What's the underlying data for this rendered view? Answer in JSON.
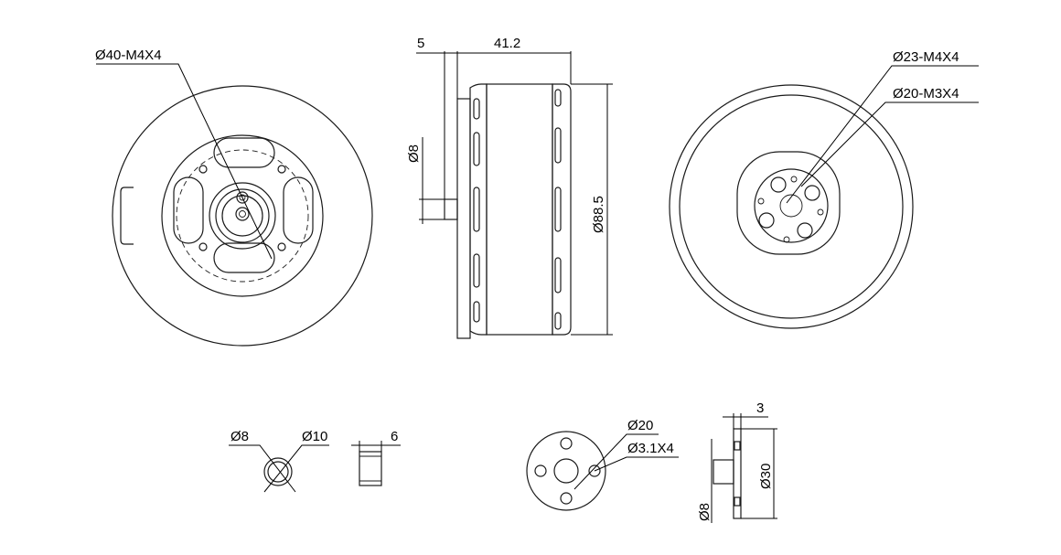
{
  "labels": {
    "front_bolt_circle": "Ø40-M4X4",
    "shaft_extension": "5",
    "motor_length": "41.2",
    "shaft_diameter": "Ø8",
    "motor_diameter": "Ø88.5",
    "rear_bolt_circle_m4": "Ø23-M4X4",
    "rear_bolt_circle_m3": "Ø20-M3X4",
    "bushing_inner": "Ø8",
    "bushing_outer": "Ø10",
    "bushing_length": "6",
    "mount_bolt_circle": "Ø20",
    "mount_holes": "Ø3.1X4",
    "mount_thickness": "3",
    "mount_hub": "Ø8",
    "mount_diameter": "Ø30"
  }
}
